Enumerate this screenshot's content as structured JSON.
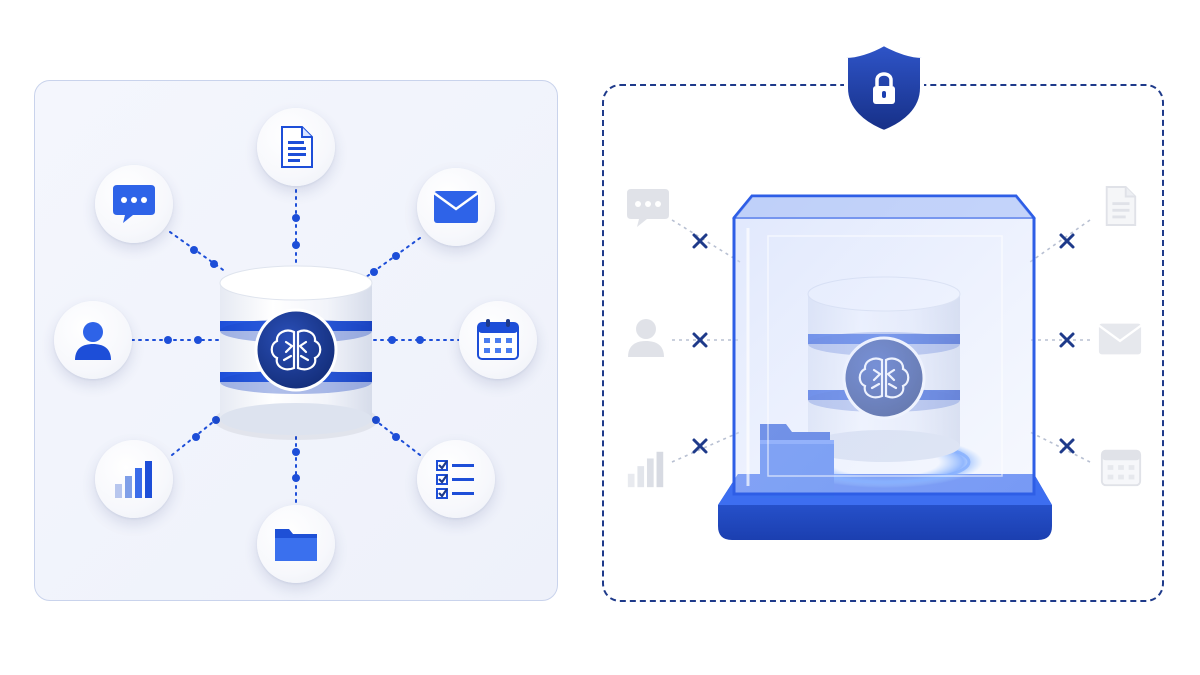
{
  "colors": {
    "accent": "#1d4ed8",
    "navy": "#1e3a8a",
    "panel_border": "#c9d3ec",
    "muted_icon": "#c7ccd6"
  },
  "left_panel": {
    "hub": {
      "icon": "brain-icon",
      "type": "database"
    },
    "connected_sources": [
      {
        "icon": "document-icon"
      },
      {
        "icon": "email-icon"
      },
      {
        "icon": "calendar-icon"
      },
      {
        "icon": "checklist-icon"
      },
      {
        "icon": "folder-icon"
      },
      {
        "icon": "bar-chart-icon"
      },
      {
        "icon": "user-icon"
      },
      {
        "icon": "chat-icon"
      }
    ]
  },
  "right_panel": {
    "lock": {
      "icon": "shield-lock-icon"
    },
    "hub": {
      "icon": "brain-icon",
      "type": "database-in-glass-case"
    },
    "blocked_sources": [
      {
        "icon": "chat-icon",
        "status": "blocked"
      },
      {
        "icon": "user-icon",
        "status": "blocked"
      },
      {
        "icon": "bar-chart-icon",
        "status": "blocked"
      },
      {
        "icon": "document-icon",
        "status": "blocked"
      },
      {
        "icon": "email-icon",
        "status": "blocked"
      },
      {
        "icon": "calendar-icon",
        "status": "blocked"
      }
    ],
    "inside_case": {
      "icon": "folder-icon"
    }
  }
}
